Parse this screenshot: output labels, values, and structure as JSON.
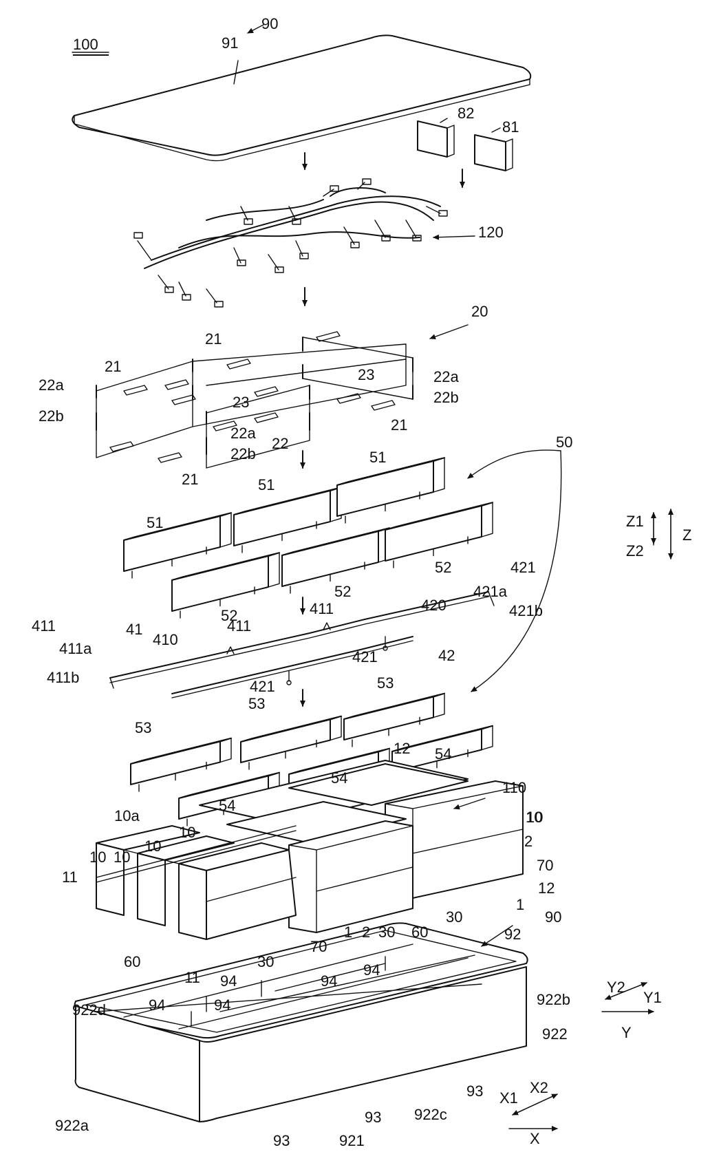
{
  "figure": {
    "title_ref": "100",
    "labels": [
      {
        "id": "l90a",
        "text": "90"
      },
      {
        "id": "l91",
        "text": "91"
      },
      {
        "id": "l82",
        "text": "82"
      },
      {
        "id": "l81",
        "text": "81"
      },
      {
        "id": "l120",
        "text": "120"
      },
      {
        "id": "l20",
        "text": "20"
      },
      {
        "id": "l21a",
        "text": "21"
      },
      {
        "id": "l21b",
        "text": "21"
      },
      {
        "id": "l21c",
        "text": "21"
      },
      {
        "id": "l21d",
        "text": "21"
      },
      {
        "id": "l22a1",
        "text": "22a"
      },
      {
        "id": "l22b1",
        "text": "22b"
      },
      {
        "id": "l22a2",
        "text": "22a"
      },
      {
        "id": "l22b2",
        "text": "22b"
      },
      {
        "id": "l22a3",
        "text": "22a"
      },
      {
        "id": "l22b3",
        "text": "22b"
      },
      {
        "id": "l22",
        "text": "22"
      },
      {
        "id": "l23a",
        "text": "23"
      },
      {
        "id": "l23b",
        "text": "23"
      },
      {
        "id": "l50",
        "text": "50"
      },
      {
        "id": "l51a",
        "text": "51"
      },
      {
        "id": "l51b",
        "text": "51"
      },
      {
        "id": "l51c",
        "text": "51"
      },
      {
        "id": "l52a",
        "text": "52"
      },
      {
        "id": "l52b",
        "text": "52"
      },
      {
        "id": "l52c",
        "text": "52"
      },
      {
        "id": "lZ1",
        "text": "Z1"
      },
      {
        "id": "lZ2",
        "text": "Z2"
      },
      {
        "id": "lZ",
        "text": "Z"
      },
      {
        "id": "l421",
        "text": "421"
      },
      {
        "id": "l421a",
        "text": "421a"
      },
      {
        "id": "l421b",
        "text": "421b"
      },
      {
        "id": "l420",
        "text": "420"
      },
      {
        "id": "l42",
        "text": "42"
      },
      {
        "id": "l421c",
        "text": "421"
      },
      {
        "id": "l421d",
        "text": "421"
      },
      {
        "id": "l411",
        "text": "411"
      },
      {
        "id": "l411a",
        "text": "411a"
      },
      {
        "id": "l411b",
        "text": "411b"
      },
      {
        "id": "l41",
        "text": "41"
      },
      {
        "id": "l410",
        "text": "410"
      },
      {
        "id": "l411c",
        "text": "411"
      },
      {
        "id": "l411d",
        "text": "411"
      },
      {
        "id": "l53a",
        "text": "53"
      },
      {
        "id": "l53b",
        "text": "53"
      },
      {
        "id": "l53c",
        "text": "53"
      },
      {
        "id": "l54a",
        "text": "54"
      },
      {
        "id": "l54b",
        "text": "54"
      },
      {
        "id": "l54c",
        "text": "54"
      },
      {
        "id": "l12a",
        "text": "12"
      },
      {
        "id": "l110",
        "text": "110"
      },
      {
        "id": "l10a",
        "text": "10a"
      },
      {
        "id": "l10b",
        "text": "10"
      },
      {
        "id": "l10c",
        "text": "10"
      },
      {
        "id": "l10d",
        "text": "10"
      },
      {
        "id": "l10e",
        "text": "10"
      },
      {
        "id": "l10f",
        "text": "10"
      },
      {
        "id": "l10g",
        "text": "10"
      },
      {
        "id": "l11a",
        "text": "11"
      },
      {
        "id": "l2a",
        "text": "2"
      },
      {
        "id": "l70a",
        "text": "70"
      },
      {
        "id": "l12b",
        "text": "12"
      },
      {
        "id": "l1a",
        "text": "1"
      },
      {
        "id": "l30a",
        "text": "30"
      },
      {
        "id": "l60a",
        "text": "60"
      },
      {
        "id": "l30b",
        "text": "30"
      },
      {
        "id": "l2b",
        "text": "2"
      },
      {
        "id": "l1b",
        "text": "1"
      },
      {
        "id": "l60b",
        "text": "60"
      },
      {
        "id": "l30c",
        "text": "30"
      },
      {
        "id": "l70b",
        "text": "70"
      },
      {
        "id": "l11b",
        "text": "11"
      },
      {
        "id": "l90b",
        "text": "90"
      },
      {
        "id": "l92",
        "text": "92"
      },
      {
        "id": "l94a",
        "text": "94"
      },
      {
        "id": "l94b",
        "text": "94"
      },
      {
        "id": "l94c",
        "text": "94"
      },
      {
        "id": "l94d",
        "text": "94"
      },
      {
        "id": "l94e",
        "text": "94"
      },
      {
        "id": "l922d",
        "text": "922d"
      },
      {
        "id": "l922b",
        "text": "922b"
      },
      {
        "id": "l922",
        "text": "922"
      },
      {
        "id": "lY2",
        "text": "Y2"
      },
      {
        "id": "lY1",
        "text": "Y1"
      },
      {
        "id": "lY",
        "text": "Y"
      },
      {
        "id": "l93a",
        "text": "93"
      },
      {
        "id": "l93b",
        "text": "93"
      },
      {
        "id": "l93c",
        "text": "93"
      },
      {
        "id": "l922c",
        "text": "922c"
      },
      {
        "id": "l922a",
        "text": "922a"
      },
      {
        "id": "l921",
        "text": "921"
      },
      {
        "id": "lX1",
        "text": "X1"
      },
      {
        "id": "lX2",
        "text": "X2"
      },
      {
        "id": "lX",
        "text": "X"
      }
    ]
  }
}
